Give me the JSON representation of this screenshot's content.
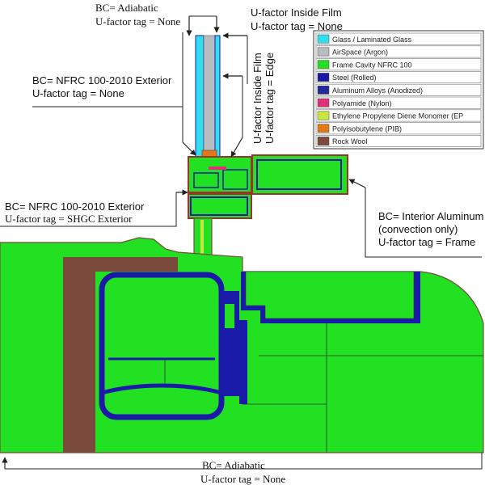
{
  "labels": {
    "top_adiabatic": {
      "line1": "BC= Adiabatic",
      "line2": "U-factor tag = None"
    },
    "inside_film_top": {
      "line1": "U-factor Inside Film",
      "line2": "U-factor tag = None"
    },
    "exterior_glass": {
      "line1": "BC= NFRC 100-2010 Exterior",
      "line2": "U-factor tag = None"
    },
    "inside_film_edge": {
      "line1": "U-factor Inside Film",
      "line2": "U-factor tag = Edge"
    },
    "exterior_frame": {
      "line1": "BC= NFRC 100-2010 Exterior",
      "line2": "U-factor tag = SHGC Exterior"
    },
    "interior_aluminum": {
      "line1": "BC= Interior Aluminum",
      "line2": "(convection only)",
      "line3": "U-factor tag = Frame"
    },
    "bottom_adiabatic": {
      "line1": "BC= Adiabatic",
      "line2": "U-factor tag = None"
    }
  },
  "legend": [
    {
      "label": "Glass / Laminated Glass",
      "color": "#33ddf0"
    },
    {
      "label": "AirSpace (Argon)",
      "color": "#b8bcc0"
    },
    {
      "label": "Frame Cavity NFRC 100",
      "color": "#22e022"
    },
    {
      "label": "Steel (Rolled)",
      "color": "#1a1aa8"
    },
    {
      "label": "Aluminum Alloys (Anodized)",
      "color": "#26289a"
    },
    {
      "label": "Polyamide (Nylon)",
      "color": "#e0307a"
    },
    {
      "label": "Ethylene Propylene Diene Monomer (EP",
      "color": "#c8e640"
    },
    {
      "label": "Polyisobutylene (PIB)",
      "color": "#e07a18"
    },
    {
      "label": "Rock Wool",
      "color": "#7a4a3c"
    }
  ],
  "colors": {
    "frame_cavity": "#22e022",
    "aluminum": "#26289a",
    "rock_wool": "#7a4a3c",
    "glass": "#33ddf0",
    "argon": "#b8bcc0",
    "polyamide": "#e0307a",
    "epdm": "#c8e640",
    "pib": "#e07a18"
  }
}
